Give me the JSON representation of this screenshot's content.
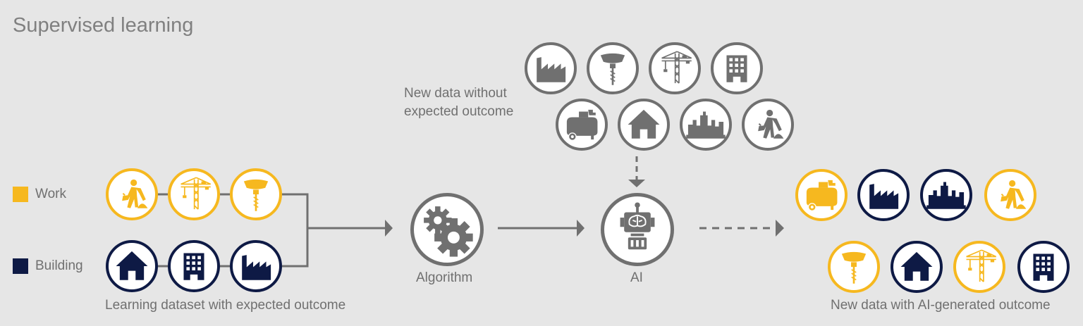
{
  "title": "Supervised learning",
  "colors": {
    "work": "#f6b81f",
    "building": "#0e1a45",
    "unlabeled": "#707070",
    "background": "#e6e6e6"
  },
  "legend": [
    {
      "label": "Work",
      "color": "#f6b81f"
    },
    {
      "label": "Building",
      "color": "#0e1a45"
    }
  ],
  "labels": {
    "new_data": "New data without\nexpected outcome",
    "learning_dataset": "Learning dataset with expected outcome",
    "algorithm": "Algorithm",
    "ai": "AI",
    "result": "New data with AI-generated outcome"
  },
  "learning_dataset": [
    {
      "icon": "worker-icon",
      "class": "work"
    },
    {
      "icon": "crane-icon",
      "class": "work"
    },
    {
      "icon": "drill-icon",
      "class": "work"
    },
    {
      "icon": "house-icon",
      "class": "building"
    },
    {
      "icon": "office-building-icon",
      "class": "building"
    },
    {
      "icon": "factory-icon",
      "class": "building"
    }
  ],
  "new_data": [
    {
      "icon": "factory-icon"
    },
    {
      "icon": "drill-icon"
    },
    {
      "icon": "crane-icon"
    },
    {
      "icon": "office-building-icon"
    },
    {
      "icon": "compressor-icon"
    },
    {
      "icon": "house-icon"
    },
    {
      "icon": "city-skyline-icon"
    },
    {
      "icon": "worker-icon"
    }
  ],
  "results": [
    {
      "icon": "compressor-icon",
      "class": "work"
    },
    {
      "icon": "factory-icon",
      "class": "building"
    },
    {
      "icon": "city-skyline-icon",
      "class": "building"
    },
    {
      "icon": "worker-icon",
      "class": "work"
    },
    {
      "icon": "drill-icon",
      "class": "work"
    },
    {
      "icon": "house-icon",
      "class": "building"
    },
    {
      "icon": "crane-icon",
      "class": "work"
    },
    {
      "icon": "office-building-icon",
      "class": "building"
    }
  ],
  "process": [
    {
      "icon": "gears-icon",
      "label_key": "algorithm"
    },
    {
      "icon": "robot-icon",
      "label_key": "ai"
    }
  ]
}
